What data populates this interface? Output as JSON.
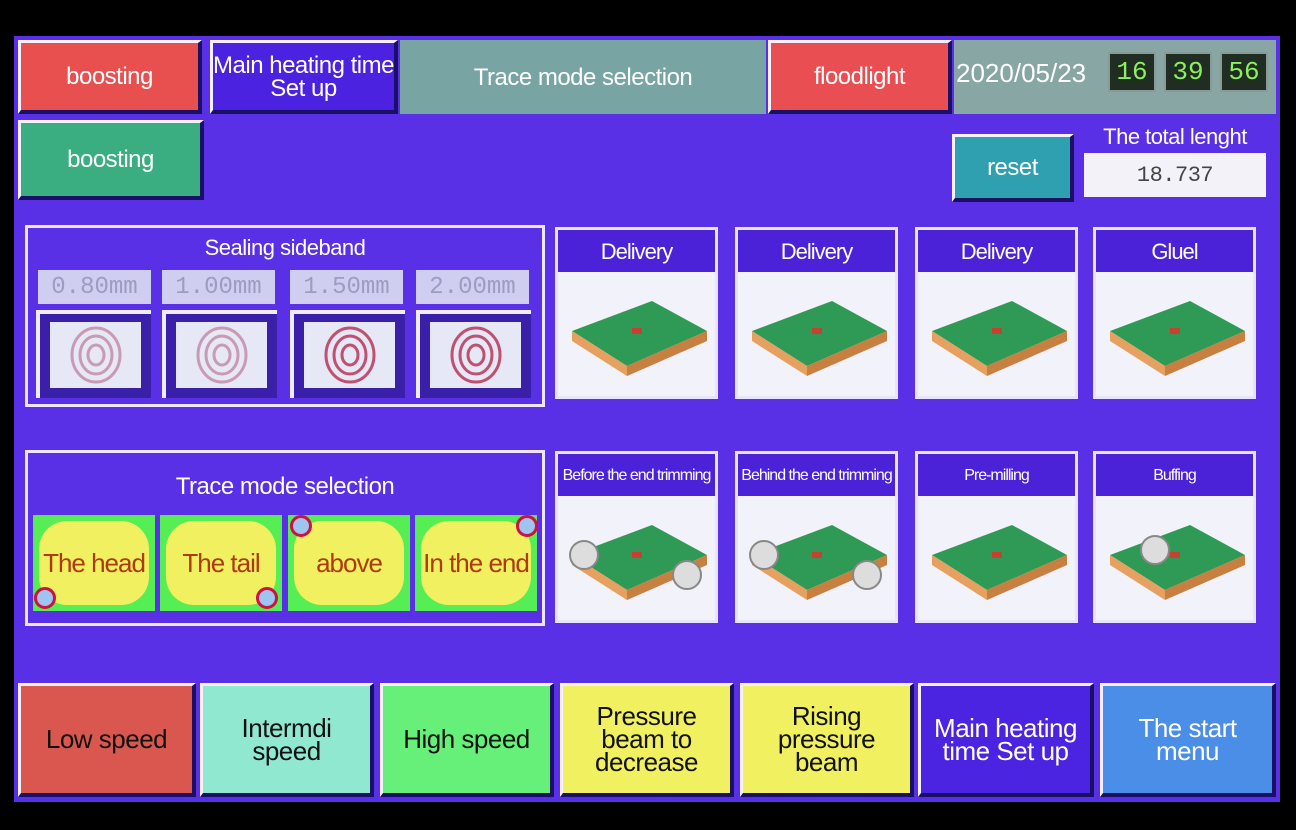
{
  "top_bar": {
    "boosting_label": "boosting",
    "main_heating_label": "Main heating time Set up",
    "trace_mode_label": "Trace mode selection",
    "floodlight_label": "floodlight",
    "date": "2020/05/23",
    "time": {
      "hour": "16",
      "minute": "39",
      "second": "56"
    }
  },
  "second_row": {
    "boosting_label": "boosting",
    "reset_label": "reset",
    "total_length_label": "The total lenght",
    "total_length_value": "18.737"
  },
  "sealing_sideband": {
    "title": "Sealing sideband",
    "options": [
      {
        "size": "0.80mm",
        "icon": "coil-icon"
      },
      {
        "size": "1.00mm",
        "icon": "coil-icon"
      },
      {
        "size": "1.50mm",
        "icon": "coil-icon"
      },
      {
        "size": "2.00mm",
        "icon": "coil-icon"
      }
    ]
  },
  "stations": [
    {
      "label": "Delivery"
    },
    {
      "label": "Delivery"
    },
    {
      "label": "Delivery"
    },
    {
      "label": "Gluel"
    },
    {
      "label": "Before the end trimming"
    },
    {
      "label": "Behind the end trimming"
    },
    {
      "label": "Pre-milling"
    },
    {
      "label": "Buffing"
    }
  ],
  "trace_mode": {
    "title": "Trace mode selection",
    "options": [
      "The head",
      "The tail",
      "above",
      "In the end"
    ]
  },
  "bottom_bar": [
    {
      "label": "Low speed",
      "color": "#d9574f"
    },
    {
      "label": "Intermdi speed",
      "color": "#8fe8cf"
    },
    {
      "label": "High speed",
      "color": "#66f07a"
    },
    {
      "label": "Pressure beam to decrease",
      "color": "#f0f060"
    },
    {
      "label": "Rising pressure beam",
      "color": "#f0f060"
    },
    {
      "label": "Main heating time Set up",
      "color": "#4a24e0"
    },
    {
      "label": "The start menu",
      "color": "#4a8ee8"
    }
  ]
}
